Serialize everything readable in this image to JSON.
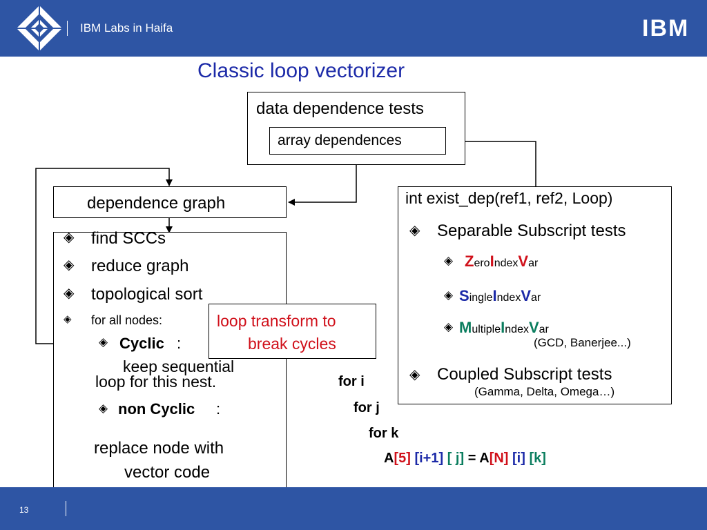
{
  "header": {
    "org": "IBM Labs in Haifa",
    "logo_text": "IBM"
  },
  "title": "Classic loop vectorizer",
  "data_dep": {
    "title": "data dependence tests",
    "sub": "array dependences"
  },
  "dep_graph": {
    "label": "dependence graph"
  },
  "left_list": {
    "items": [
      "find SCCs",
      "reduce graph",
      "topological sort"
    ],
    "for_all": "for all nodes:",
    "cyclic_label": "Cyclic",
    "colon": ":",
    "cyclic_text1": "keep sequential",
    "cyclic_text2": "loop for this nest.",
    "noncyclic_label": "non Cyclic",
    "replace1": "replace node with",
    "replace2": "vector code"
  },
  "loop_transform": {
    "line1": "loop transform to",
    "line2": "break cycles"
  },
  "exist_dep": {
    "signature": "int exist_dep(ref1, ref2, Loop)",
    "separable": "Separable Subscript tests",
    "ziv": {
      "a": "Z",
      "b": "ero",
      "c": "I",
      "d": "ndex",
      "e": "V",
      "f": "ar"
    },
    "siv": {
      "a": "S",
      "b": "ingle",
      "c": "I",
      "d": "ndex",
      "e": "V",
      "f": "ar"
    },
    "miv": {
      "a": "M",
      "b": "ultiple",
      "c": "I",
      "d": "ndex",
      "e": "V",
      "f": "ar"
    },
    "gcd": "(GCD, Banerjee...)",
    "coupled": "Coupled Subscript tests",
    "gamma": "(Gamma, Delta, Omega…)"
  },
  "code": {
    "for_i": "for i",
    "for_j": "for j",
    "for_k": "for k",
    "stmt": {
      "a1": "A",
      "i5": "[5]",
      "ii1": "[i+1]",
      "ij": "[ j]",
      "eq": "=",
      "a2": "A",
      "iN": "[N]",
      "ii": "[i]",
      "ik": "[k]"
    }
  },
  "footer": {
    "page": "13"
  },
  "colors": {
    "header_bg": "#2e55a4",
    "accent_blue": "#1c2aa8",
    "red": "#d0101a",
    "green": "#0a7d5e"
  }
}
